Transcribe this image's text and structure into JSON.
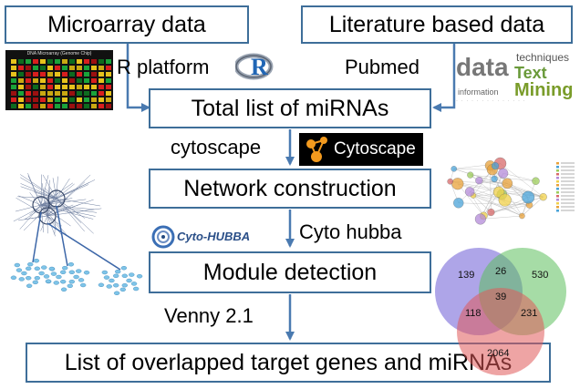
{
  "boxes": {
    "microarray": "Microarray data",
    "literature": "Literature based data",
    "total_list": "Total list of miRNAs",
    "network": "Network construction",
    "module": "Module detection",
    "overlapped": "List of overlapped target genes and miRNAs"
  },
  "labels": {
    "r_platform": "R platform",
    "pubmed": "Pubmed",
    "cytoscape": "cytoscape",
    "cyto_hubba": "Cyto hubba",
    "venny": "Venny 2.1"
  },
  "images": {
    "dna_chip_title": "DNA Microarray (Genome Chip)",
    "r_logo": "R",
    "cytoscape_logo": "Cytoscape",
    "cytohubba_logo": "Cyto-HUBBA",
    "wordcloud": [
      "data",
      "techniques",
      "information",
      "Text",
      "Mining"
    ]
  },
  "venn": {
    "a_only": "139",
    "b_only": "530",
    "c_only": "2064",
    "ab": "26",
    "ac": "118",
    "bc": "231",
    "abc": "39"
  },
  "colors": {
    "box_border": "#3e6e99",
    "arrow": "#4a7ab0",
    "venn_a": "#6b5bd6",
    "venn_b": "#5cc05c",
    "venn_c": "#e05a5a"
  }
}
